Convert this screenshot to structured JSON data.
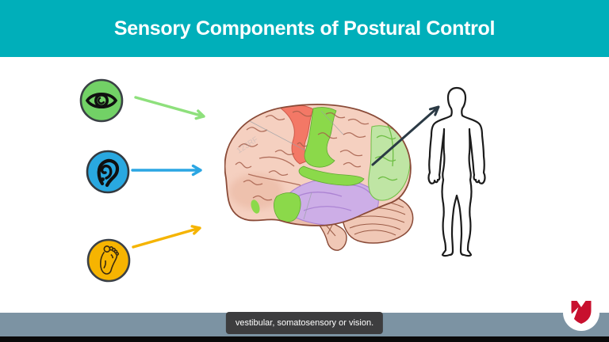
{
  "header": {
    "title": "Sensory Components of Postural Control",
    "bg_color": "#00AFBA",
    "text_color": "#FFFFFF"
  },
  "senses": [
    {
      "id": "vision",
      "icon": "eye-icon",
      "circle_color": "#72D166",
      "ring_color": "#3A4045",
      "arrow_color": "#8EE07C"
    },
    {
      "id": "vestibular",
      "icon": "ear-icon",
      "circle_color": "#29A8E0",
      "ring_color": "#33393F",
      "arrow_color": "#2BA6E3"
    },
    {
      "id": "somatosensory",
      "icon": "foot-icon",
      "circle_color": "#F6B401",
      "ring_color": "#3B4147",
      "arrow_color": "#F5B400"
    }
  ],
  "brain": {
    "base_color": "#F5D0C0",
    "outline_color": "#8A4B38",
    "gyri_color": "#A55F4B",
    "motor_region_color": "#F2705F",
    "sensory_region_color": "#8BD94A",
    "occipital_region_color": "#BFE5A4",
    "occipital_line_color": "#6FBE45",
    "temporal_region_color": "#CDAEE7",
    "temporal_line_color": "#A97FD1",
    "cerebellum_color": "#F0C8B6",
    "watermark": "123RF"
  },
  "body_figure": {
    "outline_color": "#1B1B1B",
    "arrow_color": "#2B3A45"
  },
  "caption": {
    "text": "vestibular, somatosensory or vision.",
    "bg_color": "#3D3D3F",
    "text_color": "#FFFFFF"
  },
  "footer": {
    "bar_color": "#7C93A3",
    "edge_color": "#0A0A0A"
  },
  "logo": {
    "name": "university-shield-n",
    "mark_color": "#C8102E",
    "bg_color": "#FFFFFF"
  }
}
